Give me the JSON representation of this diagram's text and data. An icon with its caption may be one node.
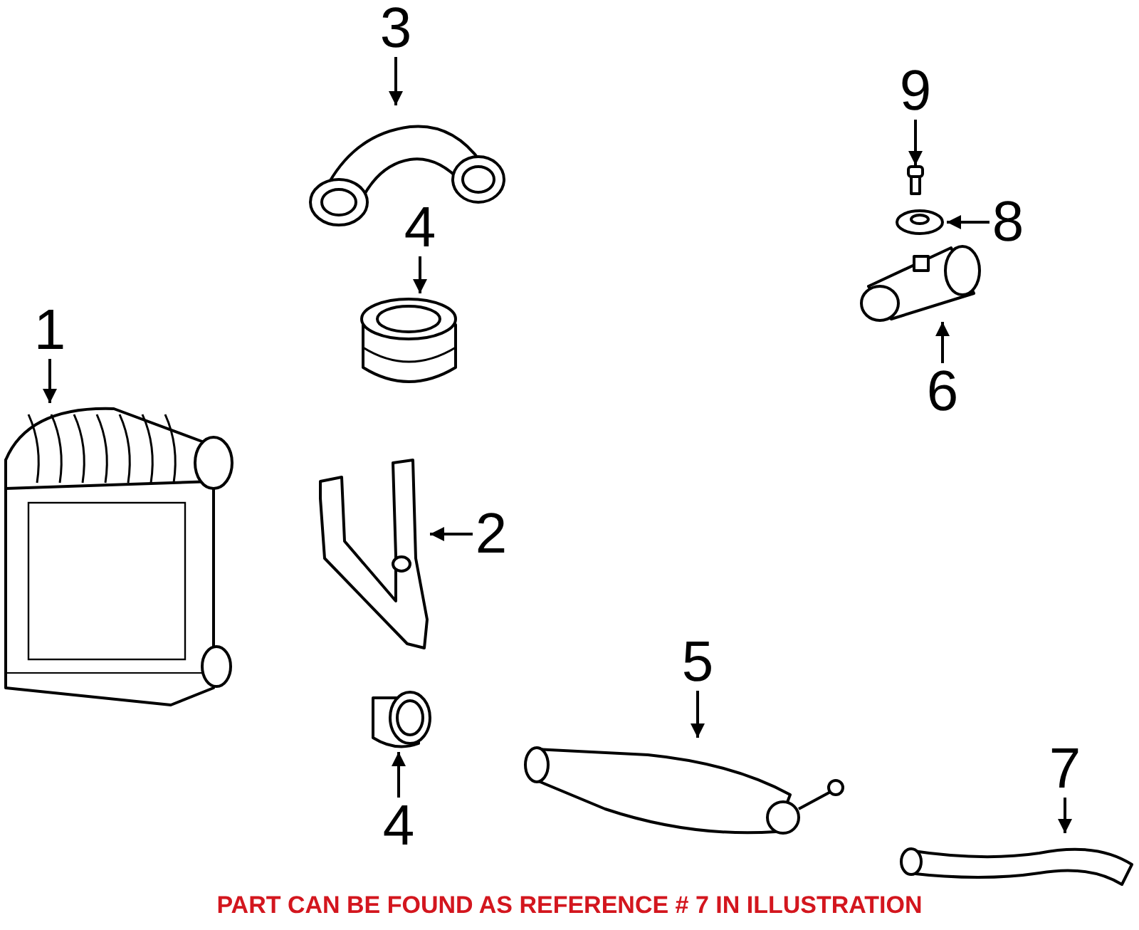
{
  "diagram": {
    "nodes": [
      {
        "text": [
          "1"
        ]
      },
      {
        "text": [],
        "shape": "picture"
      },
      {
        "text": [
          "3"
        ]
      },
      {
        "text": [],
        "shape": "picture"
      },
      {
        "text": [
          "4"
        ]
      },
      {
        "text": [],
        "shape": "picture"
      },
      {
        "text": [
          "2"
        ]
      },
      {
        "text": [],
        "shape": "picture"
      },
      {
        "text": [
          "9"
        ]
      },
      {
        "text": [],
        "shape": "picture"
      },
      {
        "text": [
          "8"
        ]
      },
      {
        "text": [],
        "shape": "picture"
      },
      {
        "text": [
          "6"
        ]
      },
      {
        "text": [],
        "shape": "picture"
      },
      {
        "text": [
          "5"
        ]
      },
      {
        "text": [],
        "shape": "picture"
      },
      {
        "text": [
          "4"
        ]
      },
      {
        "text": [],
        "shape": "picture"
      },
      {
        "text": [
          "7"
        ]
      },
      {
        "text": [],
        "shape": "picture"
      }
    ],
    "edges": [
      {
        "from": 0,
        "to": 1,
        "arrow": "to"
      },
      {
        "from": 2,
        "to": 3,
        "arrow": "to"
      },
      {
        "from": 4,
        "to": 5,
        "arrow": "to"
      },
      {
        "from": 6,
        "to": 7,
        "arrow": "to"
      },
      {
        "from": 8,
        "to": 9,
        "arrow": "to"
      },
      {
        "from": 10,
        "to": 11,
        "arrow": "to"
      },
      {
        "from": 12,
        "to": 13,
        "arrow": "to"
      },
      {
        "from": 14,
        "to": 15,
        "arrow": "to"
      },
      {
        "from": 16,
        "to": 17,
        "arrow": "to"
      },
      {
        "from": 18,
        "to": 19,
        "arrow": "to"
      }
    ],
    "labels": [
      "PART CAN BE FOUND AS REFERENCE # 7 IN ILLUSTRATION"
    ]
  }
}
